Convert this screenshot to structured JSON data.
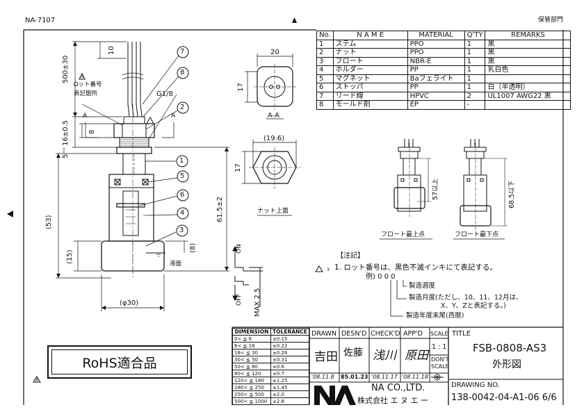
{
  "header": {
    "doc_code": "NA-7107",
    "dept": "保管部門"
  },
  "bom": {
    "headers": [
      "No.",
      "N A M E",
      "MATERIAL",
      "Q'TY",
      "REMARKS"
    ],
    "rows": [
      [
        "1",
        "ステム",
        "PPO",
        "1",
        "黒"
      ],
      [
        "2",
        "ナット",
        "PPO",
        "1",
        "黒"
      ],
      [
        "3",
        "フロート",
        "NBR-E",
        "1",
        "黒"
      ],
      [
        "4",
        "ホルダー",
        "PP",
        "1",
        "乳白色"
      ],
      [
        "5",
        "マグネット",
        "Baフェライト",
        "1",
        ""
      ],
      [
        "6",
        "ストッパ",
        "PP",
        "1",
        "白（半透明）"
      ],
      [
        "7",
        "リード線",
        "HPVC",
        "2",
        "UL1007 AWG22 黒"
      ],
      [
        "8",
        "モールド剤",
        "EP",
        "-",
        ""
      ]
    ]
  },
  "drawing": {
    "dim_500": "500±30",
    "dim_10": "10",
    "dim_16": "16±0.5",
    "dim_8": "8",
    "dim_5": "5",
    "dim_53": "(53)",
    "dim_15": "(15)",
    "dim_615": "61.5±2",
    "dim_8b": "(8)",
    "dim_phi30": "(φ30)",
    "dim_max25": "MAX 2.5",
    "lot_mark_1": "Ωット番号",
    "lot_mark_2": "表記箇所",
    "tri3": "3",
    "thread": "G1/8",
    "sec_A1": "A",
    "sec_A2": "A",
    "liquid": "液面",
    "on": "ON",
    "off": "OFF",
    "balloons": [
      "7",
      "8",
      "2",
      "1",
      "5",
      "6",
      "4",
      "3"
    ],
    "aa_dim_20": "20",
    "aa_dim_17": "17",
    "aa_label": "A-A",
    "nut_dim_196": "(19.6)",
    "nut_dim_17": "17",
    "nut_label": "ナット上面",
    "dim_57": "57以上",
    "dim_685": "68.5以下",
    "float_top": "フロート最上点",
    "float_bottom": "フロート最下点"
  },
  "notes": {
    "title": "【注記】",
    "n1": "1.  ロット番号は、黒色不滅インキにて表記する。",
    "example": "例)  0 0 0",
    "week": "製造週度",
    "month_1": "製造月度(ただし、10、11、12月は、",
    "month_2": "X、Y、Zと表記する。)",
    "year": "製造年度末尾(西暦)"
  },
  "rohs": "RoHS適合品",
  "rev_mark": "6",
  "tolerance": {
    "headers": [
      "DIMENSION",
      "TOLERANCE"
    ],
    "rows": [
      [
        "0< ≦ 6",
        "±0.15"
      ],
      [
        "6< ≦ 18",
        "±0.22"
      ],
      [
        "18< ≦ 30",
        "±0.26"
      ],
      [
        "30< ≦ 50",
        "±0.31"
      ],
      [
        "50< ≦ 80",
        "±0.6"
      ],
      [
        "80< ≦ 120",
        "±0.7"
      ],
      [
        "120< ≦ 180",
        "±1.25"
      ],
      [
        "180< ≦ 250",
        "±1.45"
      ],
      [
        "250< ≦ 500",
        "±2.0"
      ],
      [
        "500< ≦ 1000",
        "±2.8"
      ]
    ]
  },
  "titleblock": {
    "drawn": "DRAWN",
    "desnd": "DESN'D",
    "checkd": "CHECK'D",
    "appd": "APP'D",
    "scale": "SCALE",
    "scale_val": "1 : 1",
    "dont_1": "DON'T",
    "dont_2": "SCALE",
    "drawn_name": "吉田",
    "desnd_name": "佐藤",
    "checkd_name": "浅川",
    "appd_name": "原田",
    "drawn_date": "'08.11.8",
    "desnd_date": "85.01.23",
    "checkd_date": "'08.11.17",
    "appd_date": "'08.11.18",
    "company_en": "NA CO.,LTD.",
    "company_jp": "株式会社  エ ヌ エ ー",
    "title_label": "TITLE",
    "title_1": "FSB-0808-AS3",
    "title_2": "外形図",
    "drawing_no_label": "DRAWING NO.",
    "drawing_no": "138-0042-04-A1-06 6/6"
  }
}
